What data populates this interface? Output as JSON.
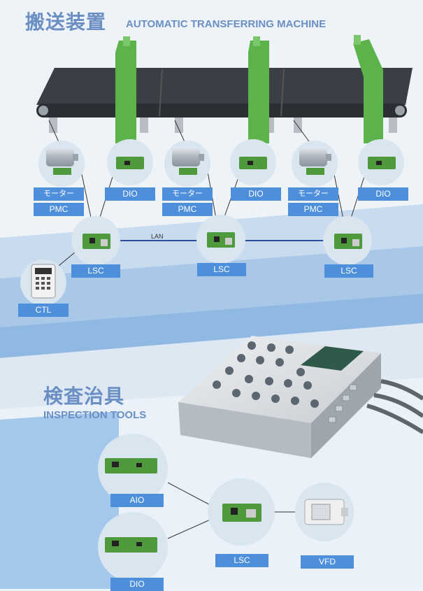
{
  "headers": {
    "top_jp": "搬送装置",
    "top_en": "AUTOMATIC TRANSFERRING MACHINE",
    "bottom_jp": "検査治具",
    "bottom_en": "INSPECTION TOOLS"
  },
  "transfer_units": [
    {
      "motor_label": "モーター",
      "pmc_label": "PMC",
      "dio_label": "DIO",
      "lsc_label": "LSC"
    },
    {
      "motor_label": "モーター",
      "pmc_label": "PMC",
      "dio_label": "DIO",
      "lsc_label": "LSC"
    },
    {
      "motor_label": "モーター",
      "pmc_label": "PMC",
      "dio_label": "DIO",
      "lsc_label": "LSC"
    }
  ],
  "network_label": "LAN",
  "controller_label": "CTL",
  "inspection": {
    "aio_label": "AIO",
    "dio_label": "DIO",
    "lsc_label": "LSC",
    "vfd_label": "VFD"
  },
  "colors": {
    "label_bg": "#4d8fdb",
    "title": "#6b8fc4",
    "arm_green": "#5cb34a",
    "belt_dark": "#3a3f45",
    "node_circle": "#d9e5ef",
    "board_green": "#4e9a3c",
    "lan_line": "#2e4fa8"
  }
}
